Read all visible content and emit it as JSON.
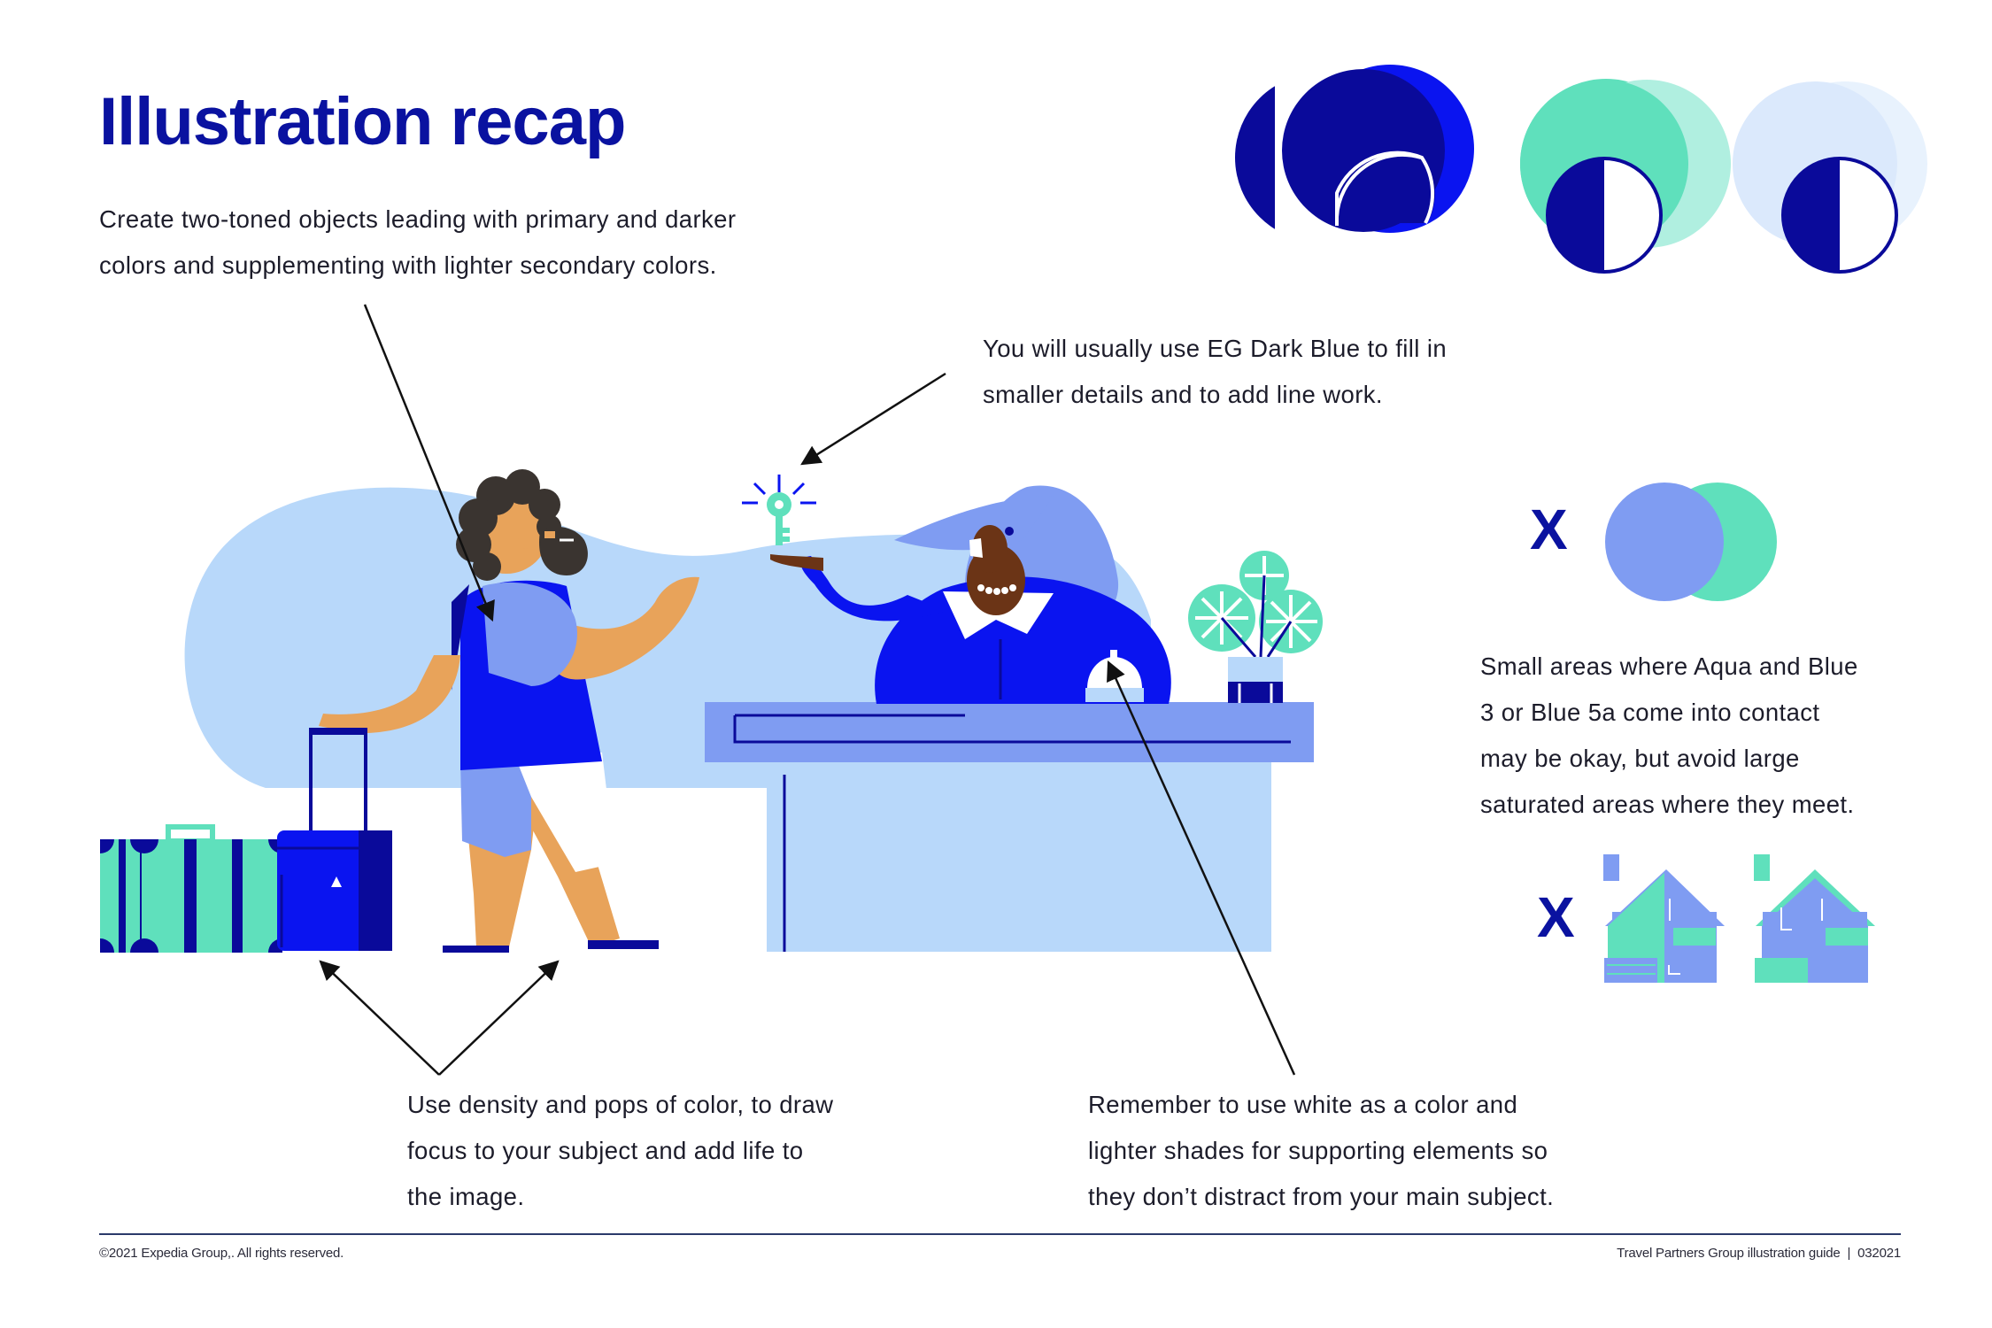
{
  "page": {
    "title": "Illustration recap"
  },
  "captions": {
    "two_toned": {
      "lines": [
        "Create two-toned objects leading with primary and darker",
        "colors and supplementing with lighter secondary colors."
      ]
    },
    "dark_blue": {
      "lines": [
        "You will usually use EG Dark Blue to fill in",
        "smaller details and to add line work."
      ]
    },
    "aqua_blue": {
      "lines": [
        "Small areas where Aqua and Blue",
        "3 or Blue 5a come into contact",
        "may be okay, but avoid large",
        "saturated areas where they meet."
      ]
    },
    "density": {
      "lines": [
        "Use density and pops of color, to draw",
        "focus to your subject and add life to",
        "the image."
      ]
    },
    "white": {
      "lines": [
        "Remember to use white as a color and",
        "lighter shades for supporting elements so",
        "they don’t distract from your main subject."
      ]
    }
  },
  "marks": {
    "dont_circles": "X",
    "dont_houses": "X"
  },
  "footer": {
    "copyright": "©2021 Expedia Group,. All rights reserved.",
    "guide": "Travel Partners Group illustration guide  |  032021"
  },
  "colors": {
    "eg_dark_blue": "#0a0a9a",
    "primary_blue": "#0a14f0",
    "aqua": "#5fe0bc",
    "blue_3": "#7f9cf2",
    "light_blue": "#b8d8fa",
    "skin_tan": "#e8a35a",
    "skin_brown": "#6b3416",
    "hair_dark": "#3a3430"
  },
  "icons": {
    "key": "key-icon",
    "service_bell": "service-bell-icon",
    "plant": "potted-plant-icon",
    "suitcase": "suitcase-icon",
    "luggage": "rolling-luggage-icon",
    "house": "house-icon"
  }
}
